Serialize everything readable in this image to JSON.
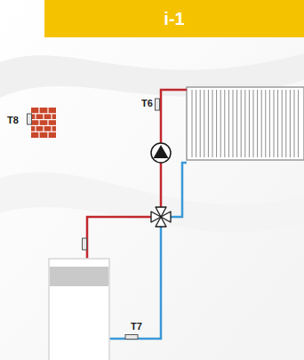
{
  "diagram": {
    "title": "i-1",
    "labels": [
      "T6",
      "T8",
      "T7"
    ]
  }
}
